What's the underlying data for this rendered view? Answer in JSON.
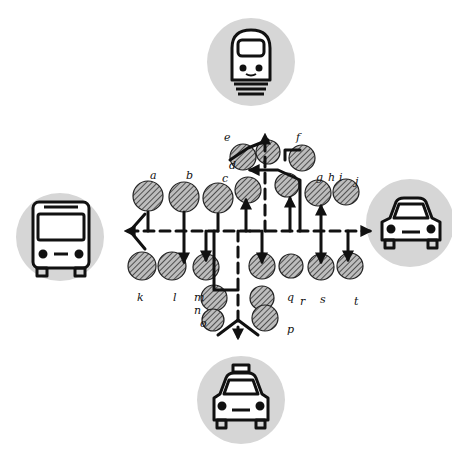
{
  "diagram": {
    "labels": [
      "a",
      "b",
      "c",
      "d",
      "e",
      "f",
      "g",
      "h",
      "i",
      "j",
      "k",
      "l",
      "m",
      "n",
      "o",
      "p",
      "q",
      "r",
      "s",
      "t"
    ]
  }
}
